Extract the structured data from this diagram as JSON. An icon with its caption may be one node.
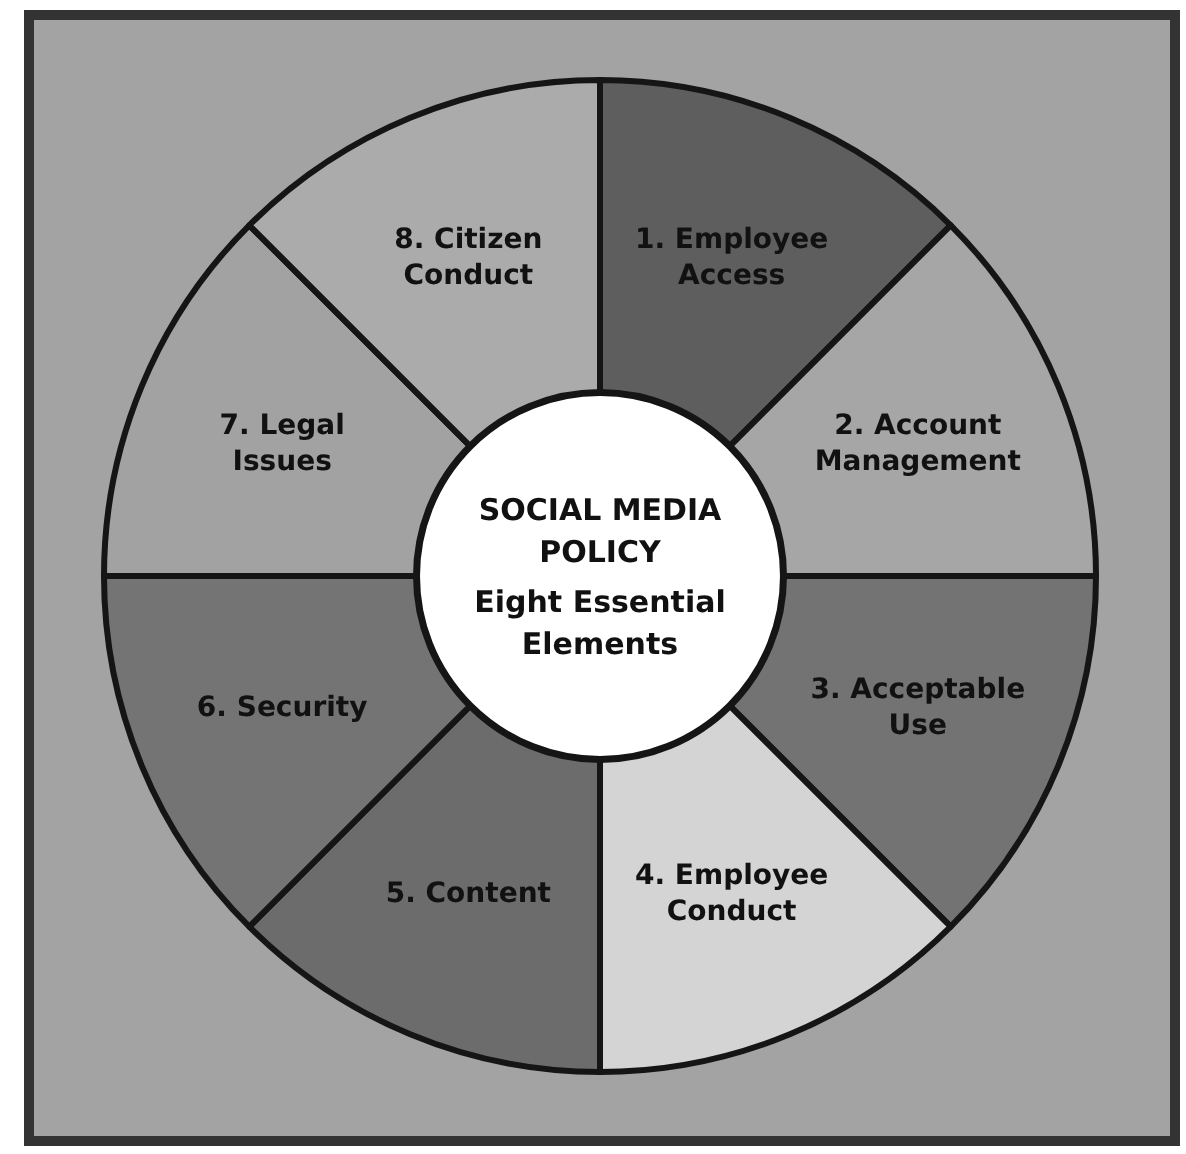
{
  "diagram": {
    "nodes": [
      {
        "text": [
          "SOCIAL MEDIA POLICY",
          "Eight Essential Elements"
        ]
      },
      {
        "text": [
          "1. Employee Access"
        ]
      },
      {
        "text": [
          "2. Account Management"
        ]
      },
      {
        "text": [
          "3. Acceptable Use"
        ]
      },
      {
        "text": [
          "4. Employee Conduct"
        ]
      },
      {
        "text": [
          "5. Content"
        ]
      },
      {
        "text": [
          "6. Security"
        ]
      },
      {
        "text": [
          "7. Legal Issues"
        ]
      },
      {
        "text": [
          "8. Citizen Conduct"
        ]
      }
    ]
  }
}
